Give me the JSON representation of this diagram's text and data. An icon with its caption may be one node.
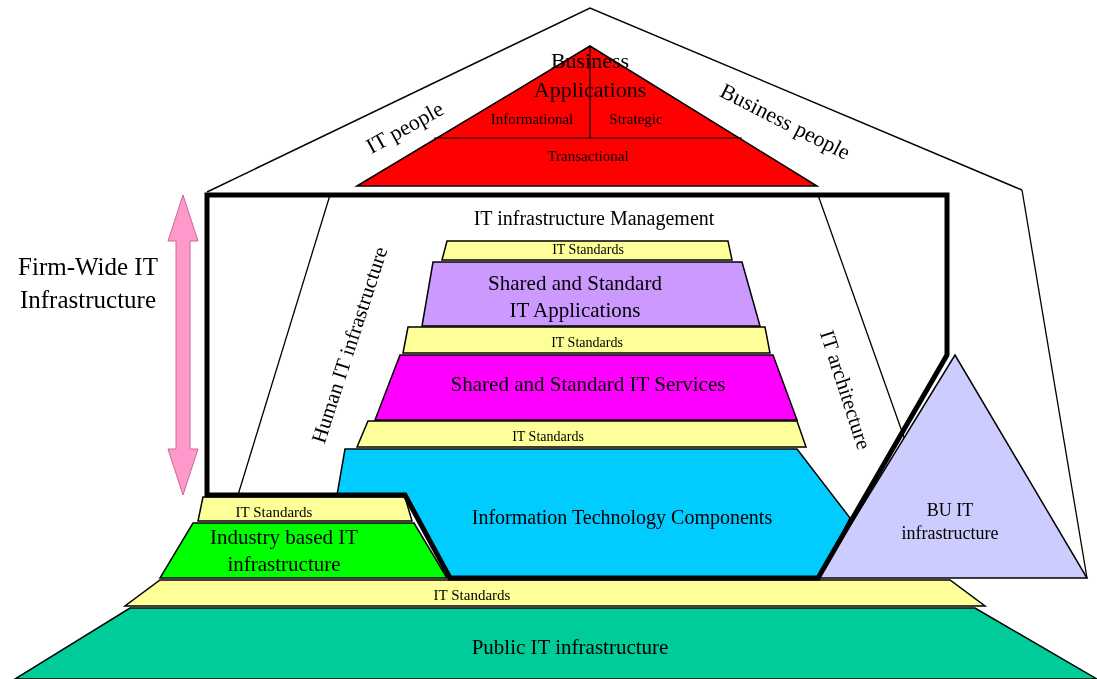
{
  "diagram": {
    "nodes": [
      {
        "text": [
          "IT people",
          "Business people"
        ]
      },
      {
        "text": [
          "Business Applications"
        ],
        "in": 0
      },
      {
        "text": [
          "Informational"
        ],
        "in": 1
      },
      {
        "text": [
          "Strategic"
        ],
        "in": 1
      },
      {
        "text": [
          "Transactional"
        ],
        "in": 1
      },
      {
        "text": [
          "IT infrastructure Management"
        ]
      },
      {
        "text": [
          "IT Standards"
        ],
        "in": 5
      },
      {
        "text": [
          "Shared and Standard IT Applications"
        ],
        "in": 5
      },
      {
        "text": [
          "IT Standards"
        ],
        "in": 5
      },
      {
        "text": [
          "Shared and Standard IT Services"
        ],
        "in": 5
      },
      {
        "text": [
          "IT Standards"
        ],
        "in": 5
      },
      {
        "text": [
          "Information Technology Components"
        ],
        "in": 5
      },
      {
        "text": [
          "IT Standards"
        ]
      },
      {
        "text": [
          "Industry based IT infrastructure"
        ]
      },
      {
        "text": [
          "BU IT infrastructure"
        ]
      },
      {
        "text": [
          "IT Standards"
        ]
      },
      {
        "text": [
          "Public IT infrastructure"
        ]
      }
    ],
    "edges": [],
    "labels": [
      "Firm-Wide IT Infrastructure",
      "Human IT infrastructure",
      "IT architecture"
    ]
  }
}
